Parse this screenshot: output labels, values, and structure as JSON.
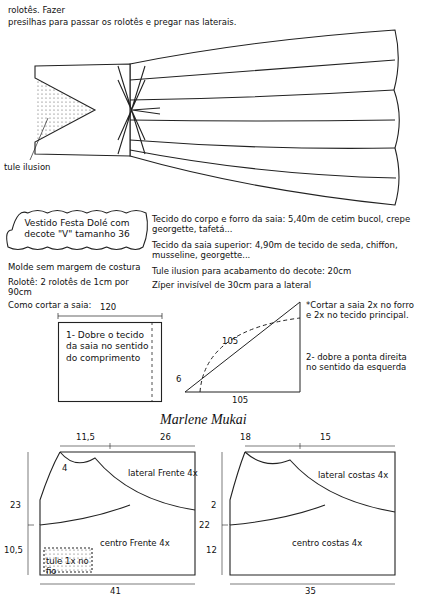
{
  "diagram": {
    "nodes": [
      {
        "text": [
          "Vestido Festa Dolé com decote \"V\" tamanho 36"
        ]
      },
      {
        "text": [
          "1- Dobre o tecido da saia no sentido do comprimento"
        ]
      }
    ],
    "labels": [
      "presilhas para passar os rolotês e pregar nas laterais.",
      "rolotês. Fazer",
      "tule ilusion",
      "Como cortar a saia:",
      "120",
      "Tecido do corpo e forro da saia: 5,40m de cetim bucol, crepe georgette, tafetá...",
      "Tecido da saia superior: 4,90m de tecido de seda, chiffon, musseline, georgette...",
      "Tule ilusion para acabamento do decote: 20cm",
      "Zíper invisível de 30cm para a lateral",
      "*Cortar a saia 2x no forro e 2x no tecido principal.",
      "105",
      "105",
      "6",
      "2- dobre a ponta direita no sentido da esquerda",
      "Marlene Mukai",
      "Molde sem margem de costura",
      "Rolotê: 2 rolotês de 1cm por 90cm",
      "lateral Frente 4x",
      "centro Frente 4x",
      "tule 1x no fio",
      "26",
      "11,5",
      "41",
      "23",
      "10,5",
      "22",
      "4",
      "lateral costas 4x",
      "centro costas 4x",
      "18",
      "15",
      "35",
      "2",
      "12"
    ]
  }
}
